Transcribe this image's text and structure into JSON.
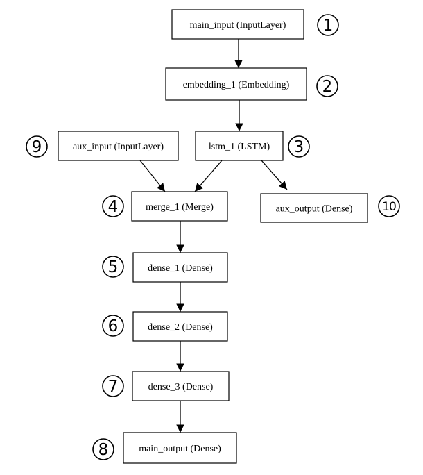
{
  "nodes": [
    {
      "id": "main_input",
      "label": "main_input (InputLayer)",
      "marker": "1"
    },
    {
      "id": "embedding_1",
      "label": "embedding_1 (Embedding)",
      "marker": "2"
    },
    {
      "id": "lstm_1",
      "label": "lstm_1 (LSTM)",
      "marker": "3"
    },
    {
      "id": "merge_1",
      "label": "merge_1 (Merge)",
      "marker": "4"
    },
    {
      "id": "dense_1",
      "label": "dense_1 (Dense)",
      "marker": "5"
    },
    {
      "id": "dense_2",
      "label": "dense_2 (Dense)",
      "marker": "6"
    },
    {
      "id": "dense_3",
      "label": "dense_3 (Dense)",
      "marker": "7"
    },
    {
      "id": "main_output",
      "label": "main_output (Dense)",
      "marker": "8"
    },
    {
      "id": "aux_input",
      "label": "aux_input (InputLayer)",
      "marker": "9"
    },
    {
      "id": "aux_output",
      "label": "aux_output (Dense)",
      "marker": "10"
    }
  ],
  "edges": [
    {
      "from": "main_input",
      "to": "embedding_1"
    },
    {
      "from": "embedding_1",
      "to": "lstm_1"
    },
    {
      "from": "aux_input",
      "to": "merge_1"
    },
    {
      "from": "lstm_1",
      "to": "merge_1"
    },
    {
      "from": "lstm_1",
      "to": "aux_output"
    },
    {
      "from": "merge_1",
      "to": "dense_1"
    },
    {
      "from": "dense_1",
      "to": "dense_2"
    },
    {
      "from": "dense_2",
      "to": "dense_3"
    },
    {
      "from": "dense_3",
      "to": "main_output"
    }
  ]
}
